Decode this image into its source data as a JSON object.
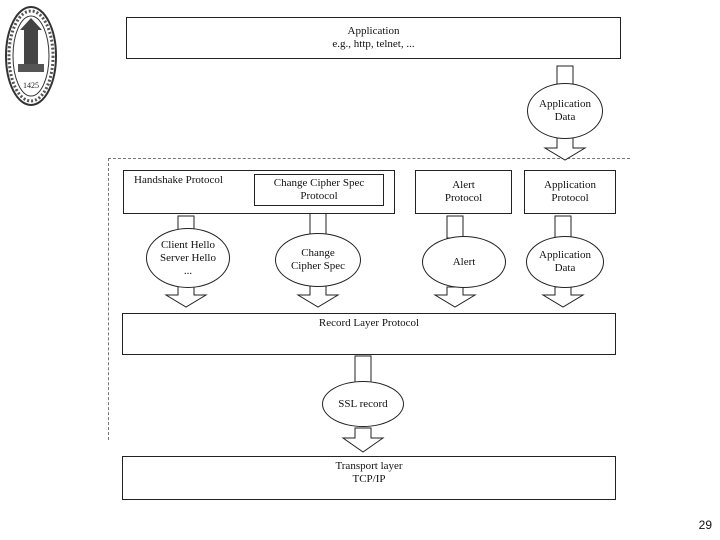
{
  "logo": {
    "year": "1425",
    "icon": "university-seal-icon"
  },
  "application": {
    "title": "Application",
    "examples": "e.g., http, telnet, ..."
  },
  "application_data_top": {
    "line1": "Application",
    "line2": "Data"
  },
  "handshake": {
    "label": "Handshake Protocol"
  },
  "change_cipher_spec_protocol": {
    "line1": "Change Cipher Spec",
    "line2": "Protocol"
  },
  "alert_protocol": {
    "line1": "Alert",
    "line2": "Protocol"
  },
  "application_protocol": {
    "line1": "Application",
    "line2": "Protocol"
  },
  "client_server_hello": {
    "line1": "Client Hello",
    "line2": "Server Hello",
    "line3": "..."
  },
  "change_cipher_spec": {
    "line1": "Change",
    "line2": "Cipher Spec"
  },
  "alert": {
    "label": "Alert"
  },
  "application_data_mid": {
    "line1": "Application",
    "line2": "Data"
  },
  "record_layer": {
    "label": "Record Layer Protocol"
  },
  "ssl_record": {
    "label": "SSL record"
  },
  "transport": {
    "line1": "Transport layer",
    "line2": "TCP/IP"
  },
  "page_number": "29"
}
